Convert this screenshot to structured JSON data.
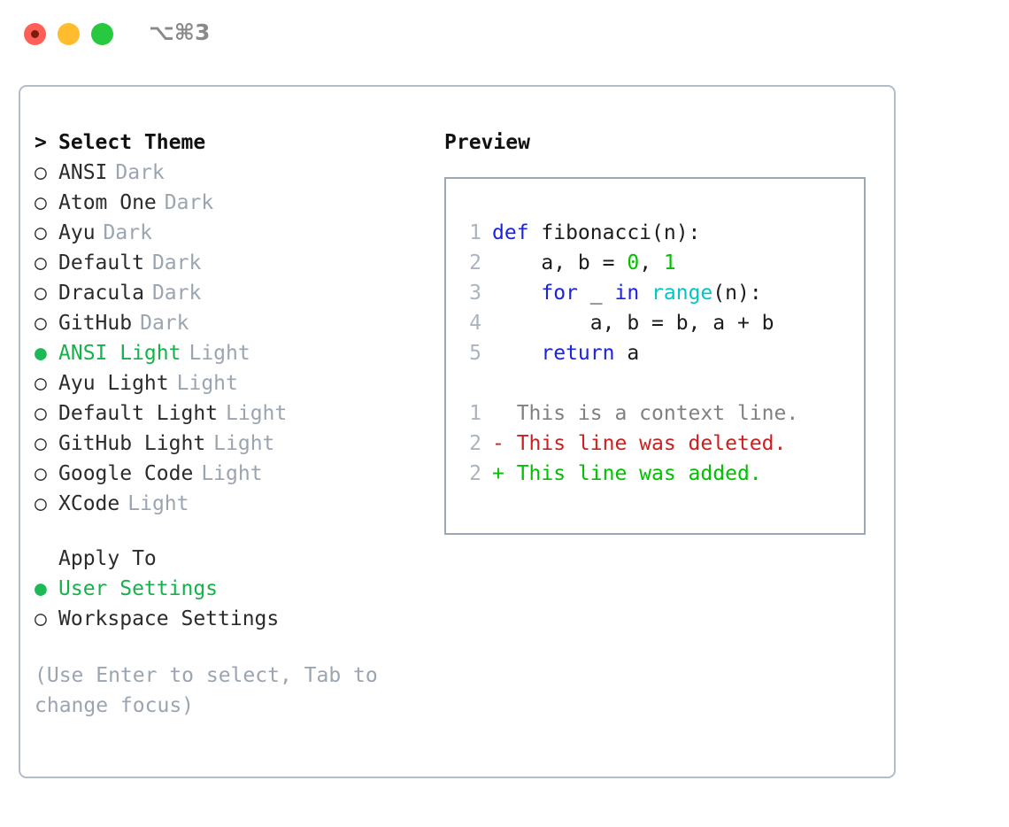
{
  "titlebar": {
    "shortcut": "⌥⌘3",
    "lights": [
      {
        "name": "close",
        "color": "#ff5f57"
      },
      {
        "name": "minimize",
        "color": "#febc2e"
      },
      {
        "name": "maximize",
        "color": "#28c840"
      }
    ]
  },
  "theme_picker": {
    "header_marker": ">",
    "header_label": "Select Theme",
    "items": [
      {
        "marker": "○",
        "label": "ANSI",
        "suffix": "Dark",
        "selected": false
      },
      {
        "marker": "○",
        "label": "Atom One",
        "suffix": "Dark",
        "selected": false
      },
      {
        "marker": "○",
        "label": "Ayu",
        "suffix": "Dark",
        "selected": false
      },
      {
        "marker": "○",
        "label": "Default",
        "suffix": "Dark",
        "selected": false
      },
      {
        "marker": "○",
        "label": "Dracula",
        "suffix": "Dark",
        "selected": false
      },
      {
        "marker": "○",
        "label": "GitHub",
        "suffix": "Dark",
        "selected": false
      },
      {
        "marker": "●",
        "label": "ANSI Light",
        "suffix": "Light",
        "selected": true
      },
      {
        "marker": "○",
        "label": "Ayu Light",
        "suffix": "Light",
        "selected": false
      },
      {
        "marker": "○",
        "label": "Default Light",
        "suffix": "Light",
        "selected": false
      },
      {
        "marker": "○",
        "label": "GitHub Light",
        "suffix": "Light",
        "selected": false
      },
      {
        "marker": "○",
        "label": "Google Code",
        "suffix": "Light",
        "selected": false
      },
      {
        "marker": "○",
        "label": "XCode",
        "suffix": "Light",
        "selected": false
      }
    ]
  },
  "apply_to": {
    "title": "Apply To",
    "options": [
      {
        "marker": "●",
        "label": "User Settings",
        "selected": true
      },
      {
        "marker": "○",
        "label": "Workspace Settings",
        "selected": false
      }
    ]
  },
  "hint": "(Use Enter to select, Tab to change focus)",
  "preview": {
    "title": "Preview",
    "code_lines": [
      {
        "n": "1",
        "tokens": [
          {
            "t": "def",
            "c": "kw"
          },
          {
            "t": " fibonacci(n):",
            "c": "plain"
          }
        ]
      },
      {
        "n": "2",
        "tokens": [
          {
            "t": "    a, b = ",
            "c": "plain"
          },
          {
            "t": "0",
            "c": "num"
          },
          {
            "t": ", ",
            "c": "plain"
          },
          {
            "t": "1",
            "c": "num"
          }
        ]
      },
      {
        "n": "3",
        "tokens": [
          {
            "t": "    ",
            "c": "plain"
          },
          {
            "t": "for",
            "c": "kw"
          },
          {
            "t": " _ ",
            "c": "plain"
          },
          {
            "t": "in",
            "c": "kw"
          },
          {
            "t": " ",
            "c": "plain"
          },
          {
            "t": "range",
            "c": "fn"
          },
          {
            "t": "(n):",
            "c": "plain"
          }
        ]
      },
      {
        "n": "4",
        "tokens": [
          {
            "t": "        a, b = b, a + b",
            "c": "plain"
          }
        ]
      },
      {
        "n": "5",
        "tokens": [
          {
            "t": "    ",
            "c": "plain"
          },
          {
            "t": "return",
            "c": "kw"
          },
          {
            "t": " a",
            "c": "plain"
          }
        ]
      }
    ],
    "diff_lines": [
      {
        "n": "1",
        "sign": " ",
        "text": "  This is a context line.",
        "kind": "ctx"
      },
      {
        "n": "2",
        "sign": " ",
        "text": "- This line was deleted.",
        "kind": "del"
      },
      {
        "n": "2",
        "sign": " ",
        "text": "+ This line was added.",
        "kind": "add"
      }
    ]
  },
  "colors": {
    "accent_green": "#16b14a",
    "muted": "#9aa5b1",
    "keyword_blue": "#1a24e0",
    "number_green": "#00c000",
    "function_cyan": "#00c6c6",
    "diff_delete_red": "#cc1f1f",
    "diff_add_green": "#00c000",
    "panel_border": "#b4bcc8"
  }
}
